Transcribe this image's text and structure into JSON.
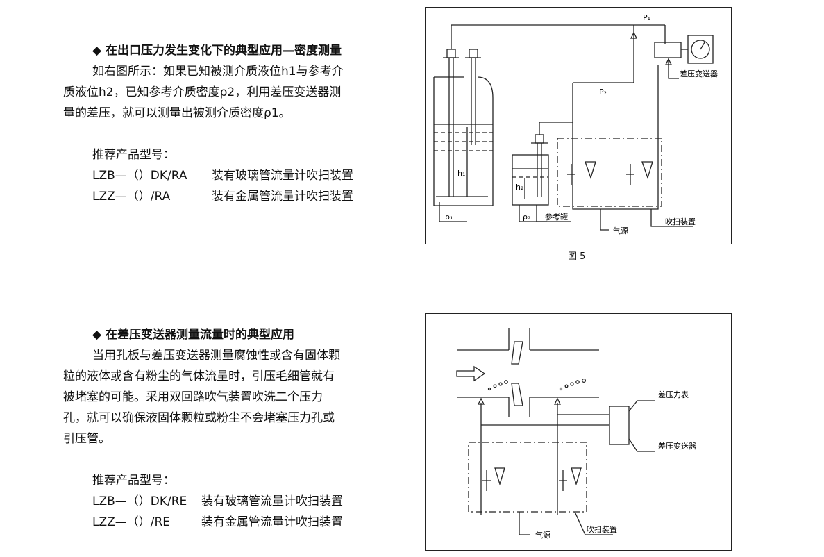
{
  "section1": {
    "heading": "◆  在出口压力发生变化下的典型应用—密度测量",
    "paragraph_lines": [
      "如右图所示：如果已知被测介质液位h1与参考介",
      "质液位h2，已知参考介质密度ρ2，利用差压变送器测",
      "量的差压，就可以测量出被测介质密度ρ1。"
    ],
    "recommend_title": "推荐产品型号：",
    "products": [
      {
        "model": "LZB—（）DK/RA",
        "desc": "装有玻璃管流量计吹扫装置"
      },
      {
        "model": "LZZ—（）/RA",
        "desc": "装有金属管流量计吹扫装置"
      }
    ]
  },
  "figure5": {
    "labels": {
      "p1": "P₁",
      "p2": "P₂",
      "transmitter": "差压变送器",
      "h1": "h₁",
      "h2": "h₂",
      "rho1": "ρ₁",
      "rho2": "ρ₂",
      "reference_tank": "参考罐",
      "air_source": "气源",
      "purge_device": "吹扫装置"
    },
    "caption": "图 5"
  },
  "section2": {
    "heading": "◆  在差压变送器测量流量时的典型应用",
    "paragraph_lines": [
      "当用孔板与差压变送器测量腐蚀性或含有固体颗",
      "粒的液体或含有粉尘的气体流量时，引压毛细管就有",
      "被堵塞的可能。采用双回路吹气装置吹洗二个压力",
      "孔，就可以确保液固体颗粒或粉尘不会堵塞压力孔或",
      "引压管。"
    ],
    "recommend_title": "推荐产品型号：",
    "products": [
      {
        "model": "LZB—（）DK/RE",
        "desc": "装有玻璃管流量计吹扫装置"
      },
      {
        "model": "LZZ—（）/RE",
        "desc": "装有金属管流量计吹扫装置"
      }
    ]
  },
  "figure6": {
    "labels": {
      "dp_gauge": "差压力表",
      "transmitter": "差压变送器",
      "air_source": "气源",
      "purge_device": "吹扫装置"
    }
  }
}
